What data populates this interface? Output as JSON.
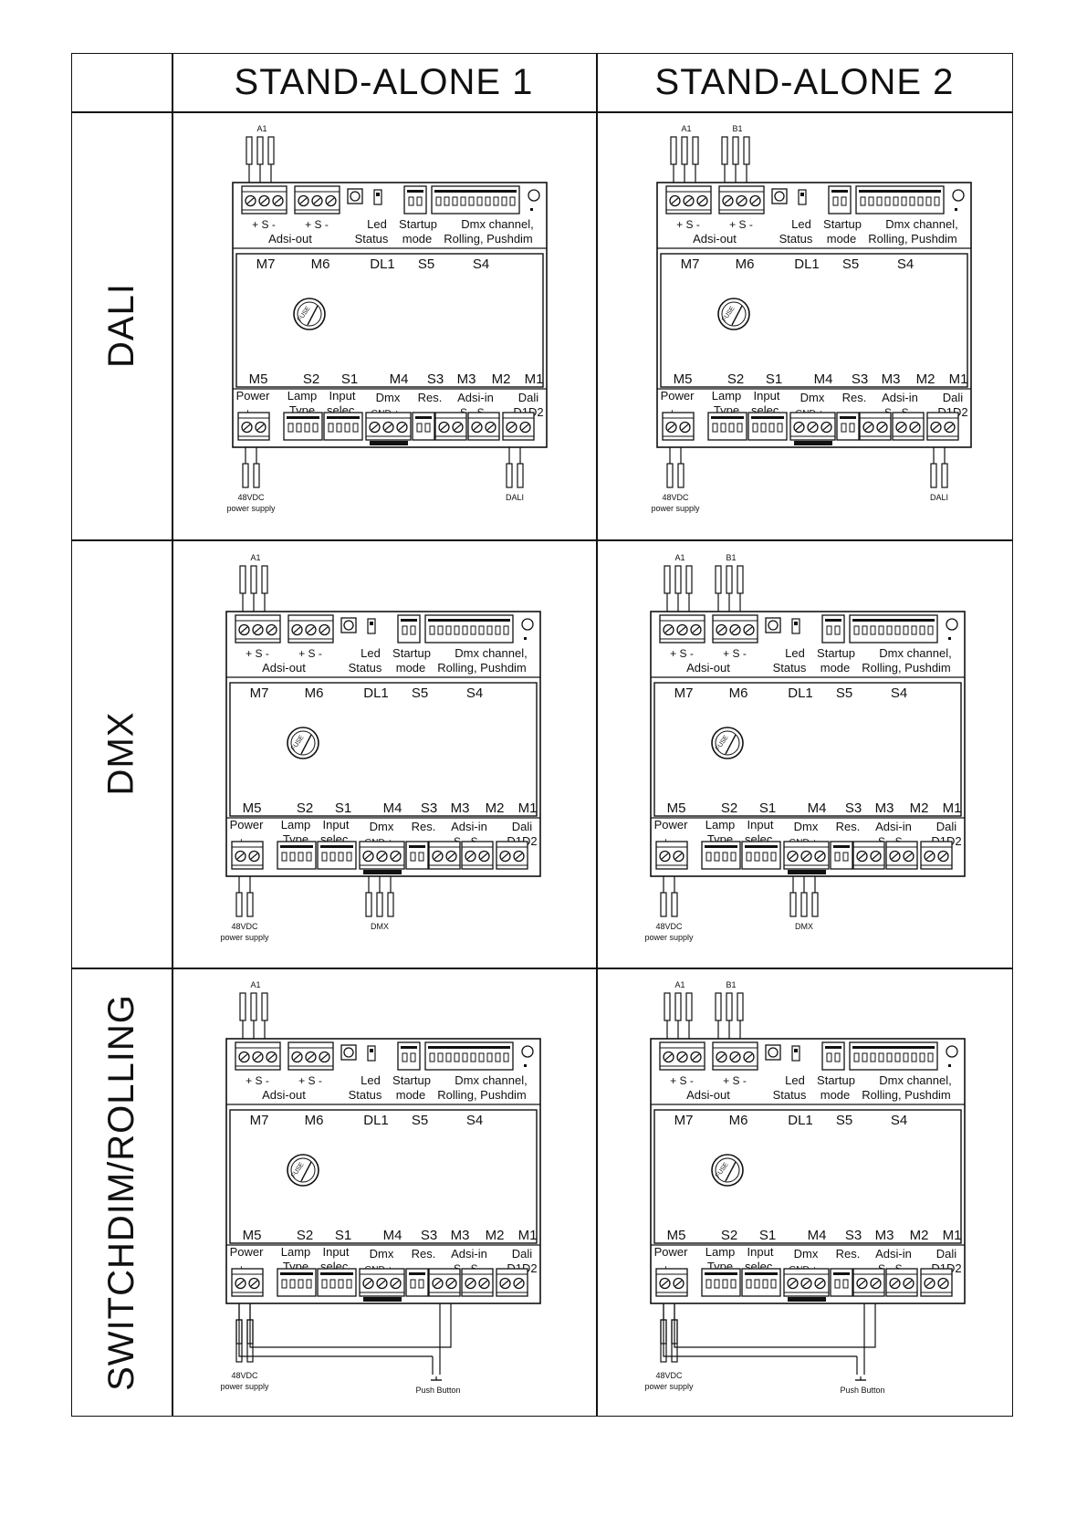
{
  "columns": [
    "STAND-ALONE 1",
    "STAND-ALONE 2"
  ],
  "rows": [
    "DALI",
    "DMX",
    "SWITCHDIM/ROLLING"
  ],
  "module": {
    "top_labels": [
      "M7",
      "M6",
      "DL1",
      "S5",
      "S4"
    ],
    "bottom_labels": [
      "M5",
      "S2",
      "S1",
      "M4",
      "S3",
      "M3",
      "M2",
      "M1"
    ],
    "adsi_out_terms": [
      "+ S -",
      "+ S -"
    ],
    "adsi_out": "Adsi-out",
    "led_1": "Led",
    "led_2": "Status",
    "startup_1": "Startup",
    "startup_2": "mode",
    "dmx_channel_1": "Dmx channel,",
    "dmx_channel_2": "Rolling, Pushdim",
    "power_1": "Power",
    "power_2": "+ -",
    "lamp_1": "Lamp",
    "lamp_2": "Type",
    "input_1": "Input",
    "input_2": "selec.",
    "dmx_1": "Dmx",
    "dmx_2": "GND + -",
    "res": "Res.",
    "adsi_in_1": "Adsi-in",
    "adsi_in_2": "S -  S -",
    "dali_1": "Dali",
    "dali_2": "D1D2",
    "fuse": "FUSE"
  },
  "connectors": {
    "a1": "A1",
    "b1": "B1",
    "psu_1": "48VDC",
    "psu_2": "power supply",
    "dali": "DALI",
    "dmx": "DMX",
    "push_button": "Push Button"
  }
}
